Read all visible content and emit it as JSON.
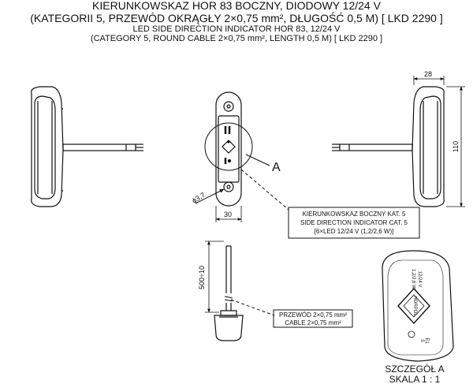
{
  "title": {
    "pl_line1": "KIERUNKOWSKAZ HOR 83 BOCZNY, DIODOWY 12/24 V",
    "pl_line2": "(KATEGORII 5, PRZEWÓD OKRĄGŁY 2×0,75 mm², DŁUGOŚĆ 0,5 M) [ LKD 2290 ]",
    "en_line1": "LED SIDE DIRECTION INDICATOR HOR 83, 12/24 V",
    "en_line2": "(CATEGORY 5, ROUND CABLE 2×0,75 mm², LENGTH 0,5 M)  [ LKD 2290 ]"
  },
  "dimensions": {
    "depth": "28",
    "height": "110",
    "width": "30",
    "hole": "ϕ3,7",
    "cable_length": "500÷10"
  },
  "callouts": {
    "detail_marker": "A",
    "indicator_line1": "KIERUNKOWSKAZ BOCZNY KAT. 5",
    "indicator_line2": "SIDE DIRECTION INDICATOR CAT. 5",
    "indicator_line3": "[6×LED 12/24 V (1,2/2,6 W)]",
    "cable_line1": "PRZEWÓD 2×0,75 mm²",
    "cable_line2": "CABLE 2×0,75 mm²"
  },
  "detail": {
    "title": "SZCZEGÓŁ A",
    "scale": "SKALA 1 : 1",
    "voltage": "12/24 V",
    "power": "1,2/2,6 W",
    "brand": "HORPOL",
    "category": "5",
    "code": "E1"
  }
}
